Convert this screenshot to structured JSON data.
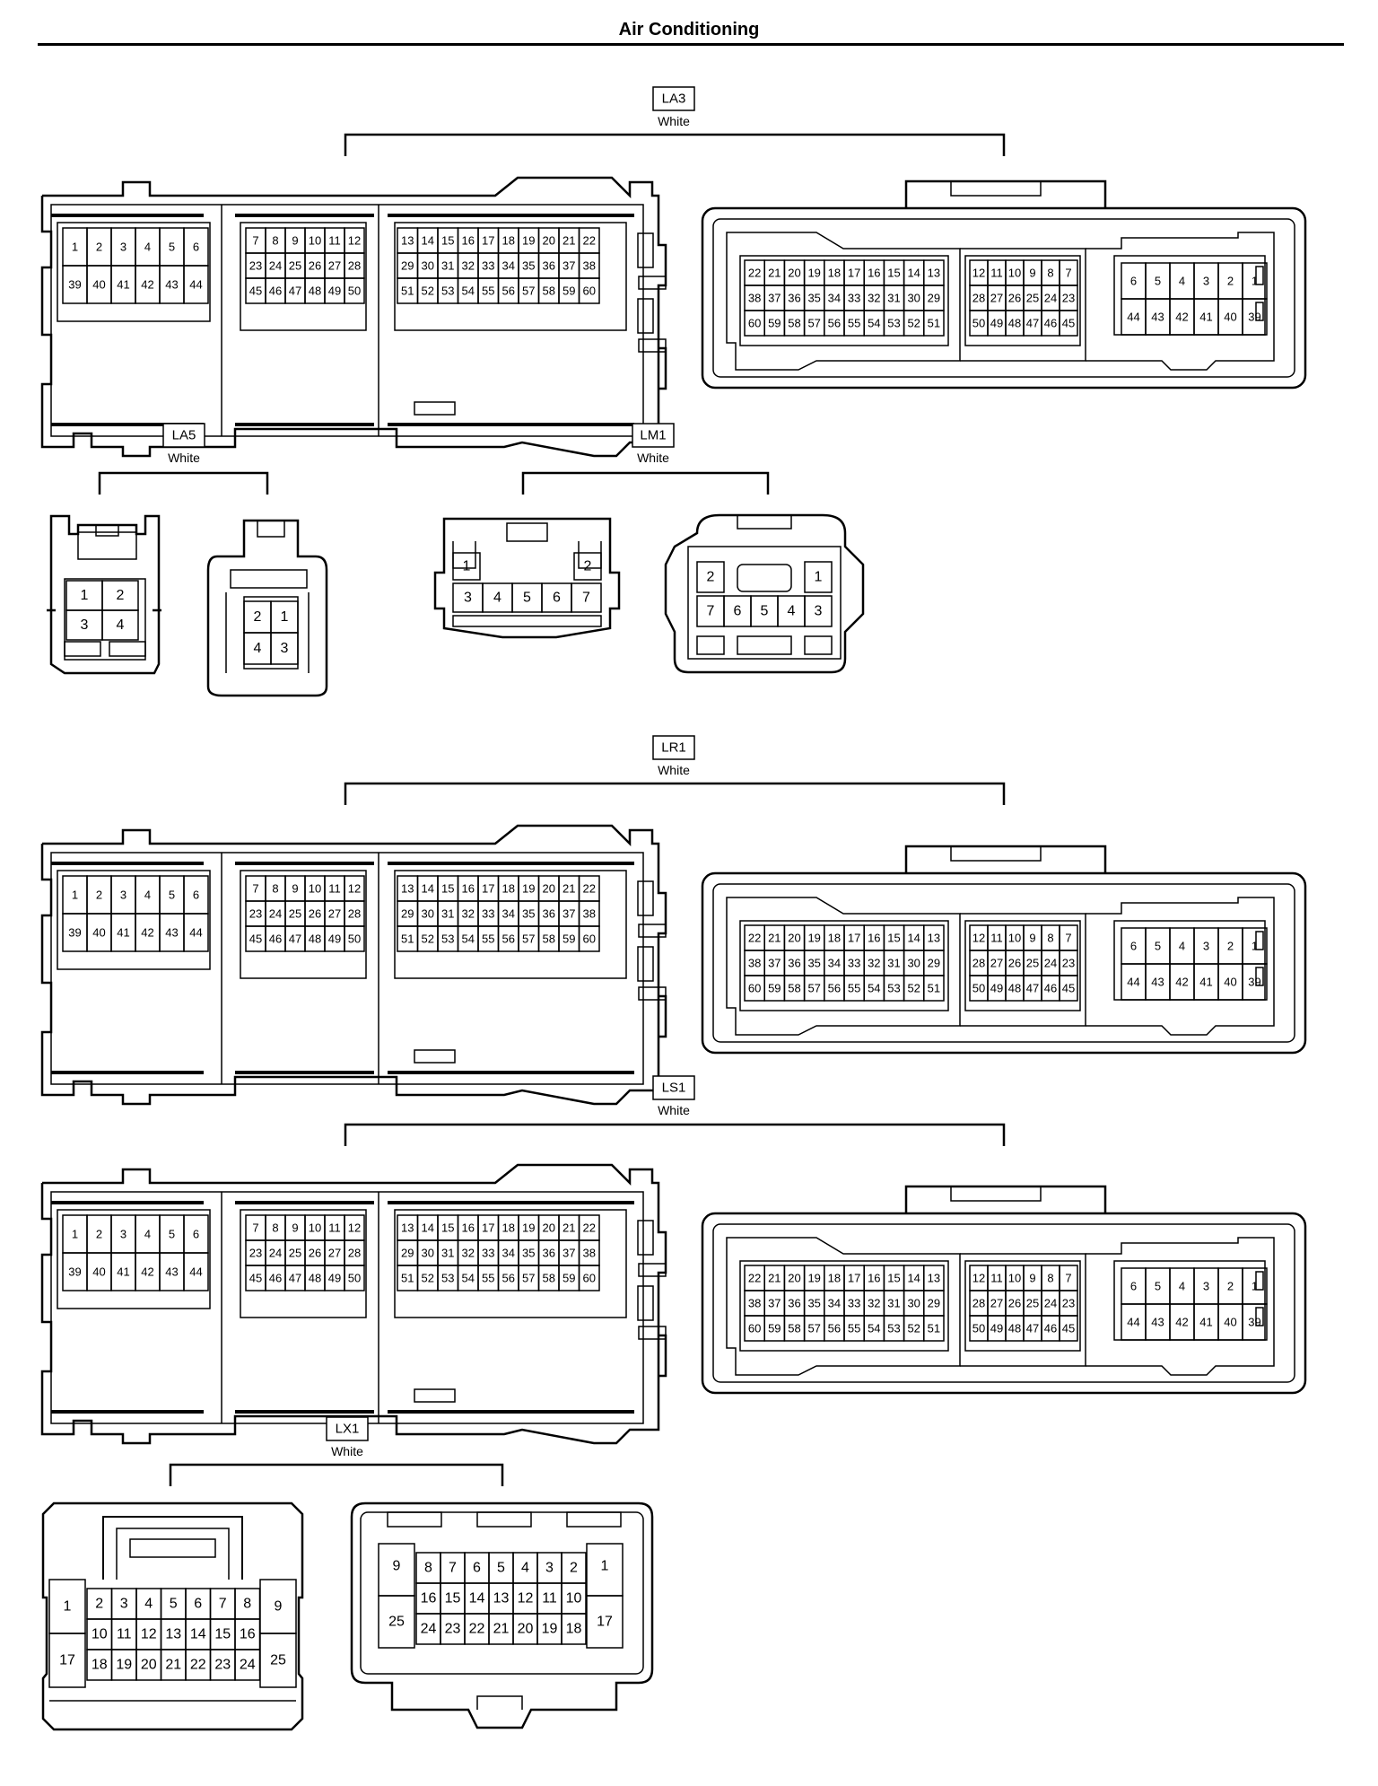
{
  "page": {
    "title": "Air Conditioning"
  },
  "connectors": {
    "LA3": {
      "code": "LA3",
      "color": "White"
    },
    "LA5": {
      "code": "LA5",
      "color": "White"
    },
    "LM1": {
      "code": "LM1",
      "color": "White"
    },
    "LR1": {
      "code": "LR1",
      "color": "White"
    },
    "LS1": {
      "code": "LS1",
      "color": "White"
    },
    "LX1": {
      "code": "LX1",
      "color": "White"
    }
  },
  "pinouts": {
    "big_left": {
      "blockA": [
        [
          "1",
          "2",
          "3",
          "4",
          "5",
          "6"
        ],
        [
          "39",
          "40",
          "41",
          "42",
          "43",
          "44"
        ]
      ],
      "blockB": [
        [
          "7",
          "8",
          "9",
          "10",
          "11",
          "12"
        ],
        [
          "23",
          "24",
          "25",
          "26",
          "27",
          "28"
        ],
        [
          "45",
          "46",
          "47",
          "48",
          "49",
          "50"
        ]
      ],
      "blockC": [
        [
          "13",
          "14",
          "15",
          "16",
          "17",
          "18",
          "19",
          "20",
          "21",
          "22"
        ],
        [
          "29",
          "30",
          "31",
          "32",
          "33",
          "34",
          "35",
          "36",
          "37",
          "38"
        ],
        [
          "51",
          "52",
          "53",
          "54",
          "55",
          "56",
          "57",
          "58",
          "59",
          "60"
        ]
      ]
    },
    "big_right": {
      "blockA": [
        [
          "22",
          "21",
          "20",
          "19",
          "18",
          "17",
          "16",
          "15",
          "14",
          "13"
        ],
        [
          "38",
          "37",
          "36",
          "35",
          "34",
          "33",
          "32",
          "31",
          "30",
          "29"
        ],
        [
          "60",
          "59",
          "58",
          "57",
          "56",
          "55",
          "54",
          "53",
          "52",
          "51"
        ]
      ],
      "blockB": [
        [
          "12",
          "11",
          "10",
          "9",
          "8",
          "7"
        ],
        [
          "28",
          "27",
          "26",
          "25",
          "24",
          "23"
        ],
        [
          "50",
          "49",
          "48",
          "47",
          "46",
          "45"
        ]
      ],
      "blockC": [
        [
          "6",
          "5",
          "4",
          "3",
          "2",
          "1"
        ],
        [
          "44",
          "43",
          "42",
          "41",
          "40",
          "39"
        ]
      ]
    },
    "LA5_left": [
      [
        "1",
        "2"
      ],
      [
        "3",
        "4"
      ]
    ],
    "LA5_right": [
      [
        "2",
        "1"
      ],
      [
        "4",
        "3"
      ]
    ],
    "LM1_left": {
      "top": [
        "1",
        "2"
      ],
      "bottom": [
        "3",
        "4",
        "5",
        "6",
        "7"
      ]
    },
    "LM1_right": {
      "top": [
        "2",
        "1"
      ],
      "bottom": [
        "7",
        "6",
        "5",
        "4",
        "3"
      ]
    },
    "LX1_left": {
      "side_left": [
        "1",
        "17"
      ],
      "side_right": [
        "9",
        "25"
      ],
      "rows": [
        [
          "2",
          "3",
          "4",
          "5",
          "6",
          "7",
          "8"
        ],
        [
          "10",
          "11",
          "12",
          "13",
          "14",
          "15",
          "16"
        ],
        [
          "18",
          "19",
          "20",
          "21",
          "22",
          "23",
          "24"
        ]
      ]
    },
    "LX1_right": {
      "side_left": [
        "9",
        "25"
      ],
      "side_right": [
        "1",
        "17"
      ],
      "rows": [
        [
          "8",
          "7",
          "6",
          "5",
          "4",
          "3",
          "2"
        ],
        [
          "16",
          "15",
          "14",
          "13",
          "12",
          "11",
          "10"
        ],
        [
          "24",
          "23",
          "22",
          "21",
          "20",
          "19",
          "18"
        ]
      ]
    }
  }
}
